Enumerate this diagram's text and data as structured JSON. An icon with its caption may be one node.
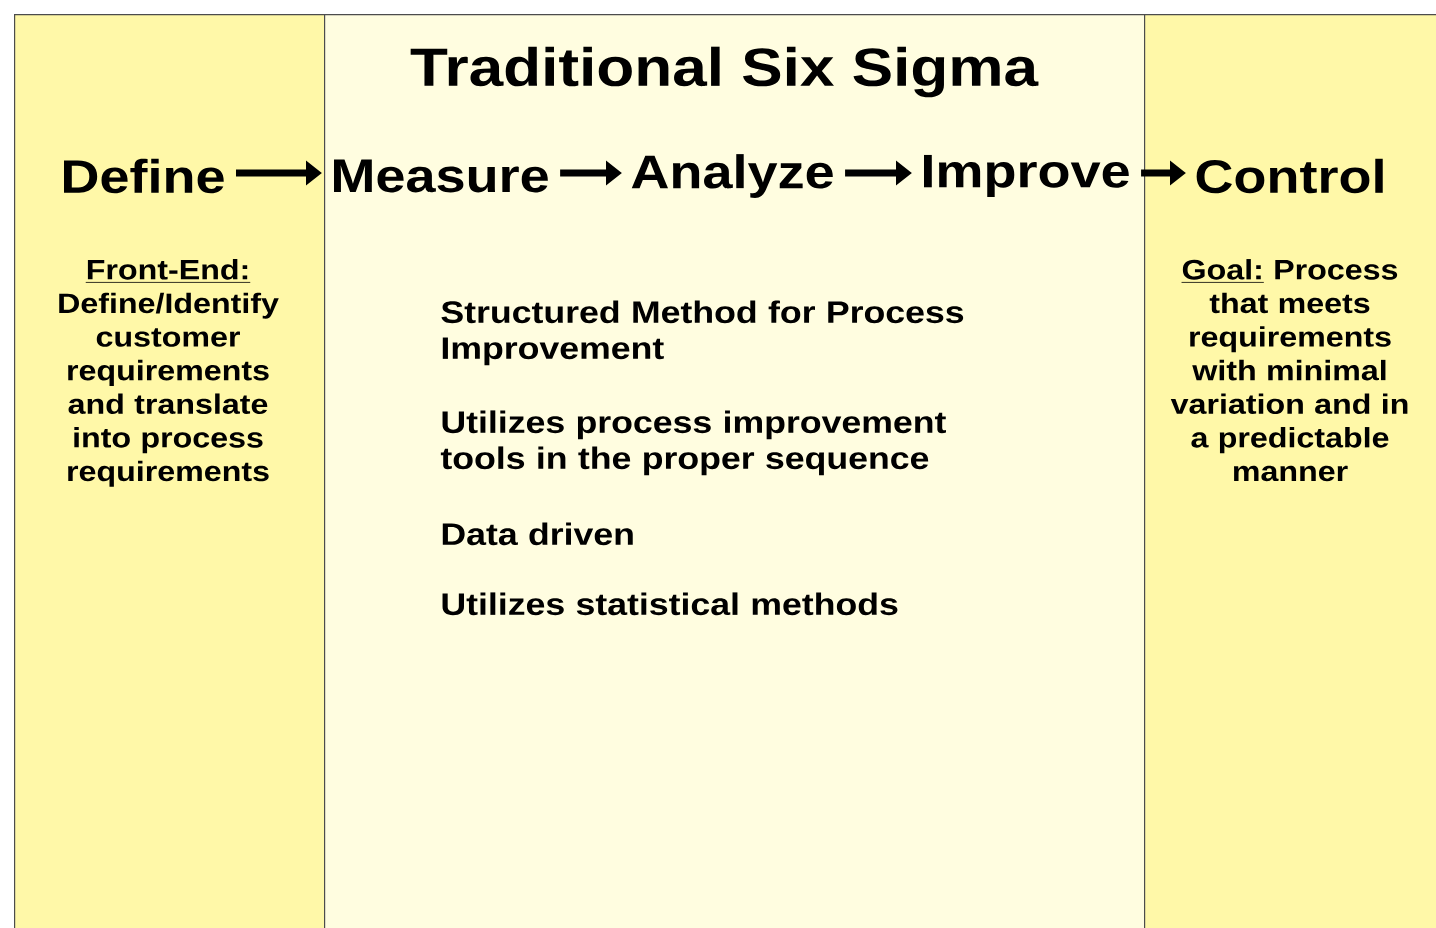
{
  "diagram": {
    "title": "Traditional Six Sigma",
    "nodes": [
      {
        "text": [
          "Front-End:",
          "Define/Identify customer requirements and translate into process requirements"
        ]
      },
      {
        "text": [
          "Structured Method for Process Improvement",
          "Utilizes process improvement tools in the proper sequence",
          "Data driven",
          "Utilizes statistical methods"
        ]
      },
      {
        "text": [
          "Goal:",
          "Process that meets requirements with minimal variation and in a predictable manner"
        ]
      },
      {
        "text": [
          "Define"
        ],
        "in": 0
      },
      {
        "text": [
          "Measure"
        ],
        "in": 1
      },
      {
        "text": [
          "Analyze"
        ],
        "in": 1
      },
      {
        "text": [
          "Improve"
        ],
        "in": 1
      },
      {
        "text": [
          "Control"
        ],
        "in": 2
      }
    ],
    "edges": [
      {
        "from": 3,
        "to": 4,
        "arrow": "to"
      },
      {
        "from": 4,
        "to": 5,
        "arrow": "to"
      },
      {
        "from": 5,
        "to": 6,
        "arrow": "to"
      },
      {
        "from": 6,
        "to": 7,
        "arrow": "to"
      }
    ]
  }
}
